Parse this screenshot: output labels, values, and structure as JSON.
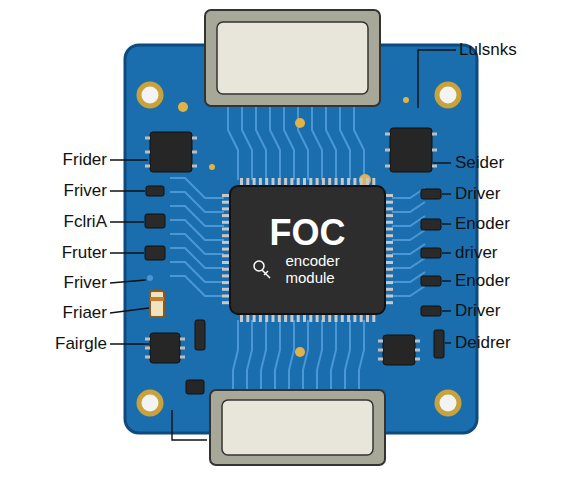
{
  "diagram": {
    "nodes": [
      {
        "text": [
          "FOC",
          "encoder module"
        ]
      }
    ],
    "labels": [
      "Lulsnks",
      "Frider",
      "Friver",
      "FclriA",
      "Fruter",
      "Friver",
      "Friaer",
      "Fairgle",
      "Seider",
      "Driver",
      "Enoder",
      "driver",
      "Enoder",
      "Driver",
      "Deidrer"
    ]
  }
}
